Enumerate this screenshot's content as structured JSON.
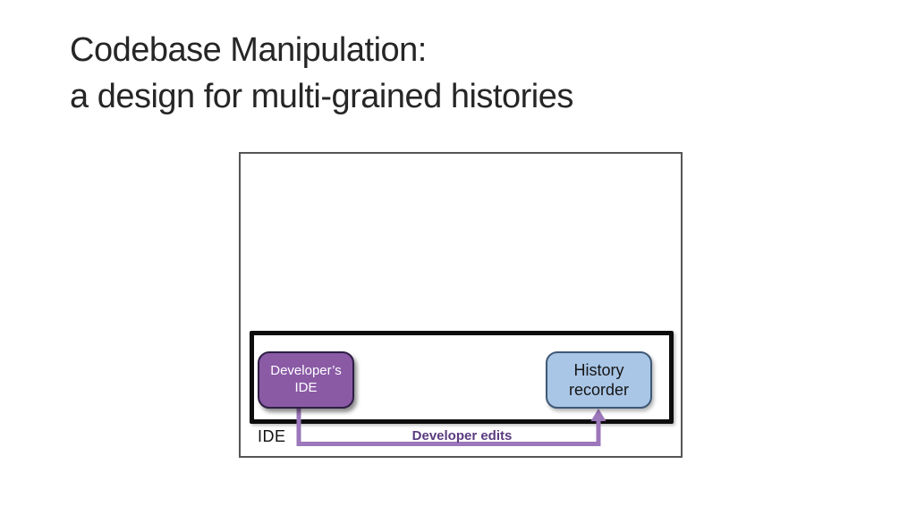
{
  "slide": {
    "title_line1": "Codebase Manipulation:",
    "title_line2": "a design for multi-grained histories"
  },
  "diagram": {
    "ide_container_label": "IDE",
    "nodes": [
      {
        "id": "developers-ide",
        "label_line1": "Developer’s",
        "label_line2": "IDE"
      },
      {
        "id": "history-recorder",
        "label_line1": "History",
        "label_line2": "recorder"
      }
    ],
    "edge": {
      "label": "Developer edits",
      "from": "developers-ide",
      "to": "history-recorder"
    },
    "colors": {
      "title_text": "#262626",
      "outer_frame_border": "#555555",
      "ide_box_border": "#0d0d0d",
      "developers_ide_fill": "#8a5aa5",
      "developers_ide_border": "#2e1d44",
      "developers_ide_text": "#ffffff",
      "history_recorder_fill": "#a9c6e6",
      "history_recorder_border": "#3f5876",
      "history_recorder_text": "#151515",
      "arrow": "#9c77bb",
      "edge_label_text": "#5a3b80",
      "ide_label_text": "#111111"
    }
  }
}
